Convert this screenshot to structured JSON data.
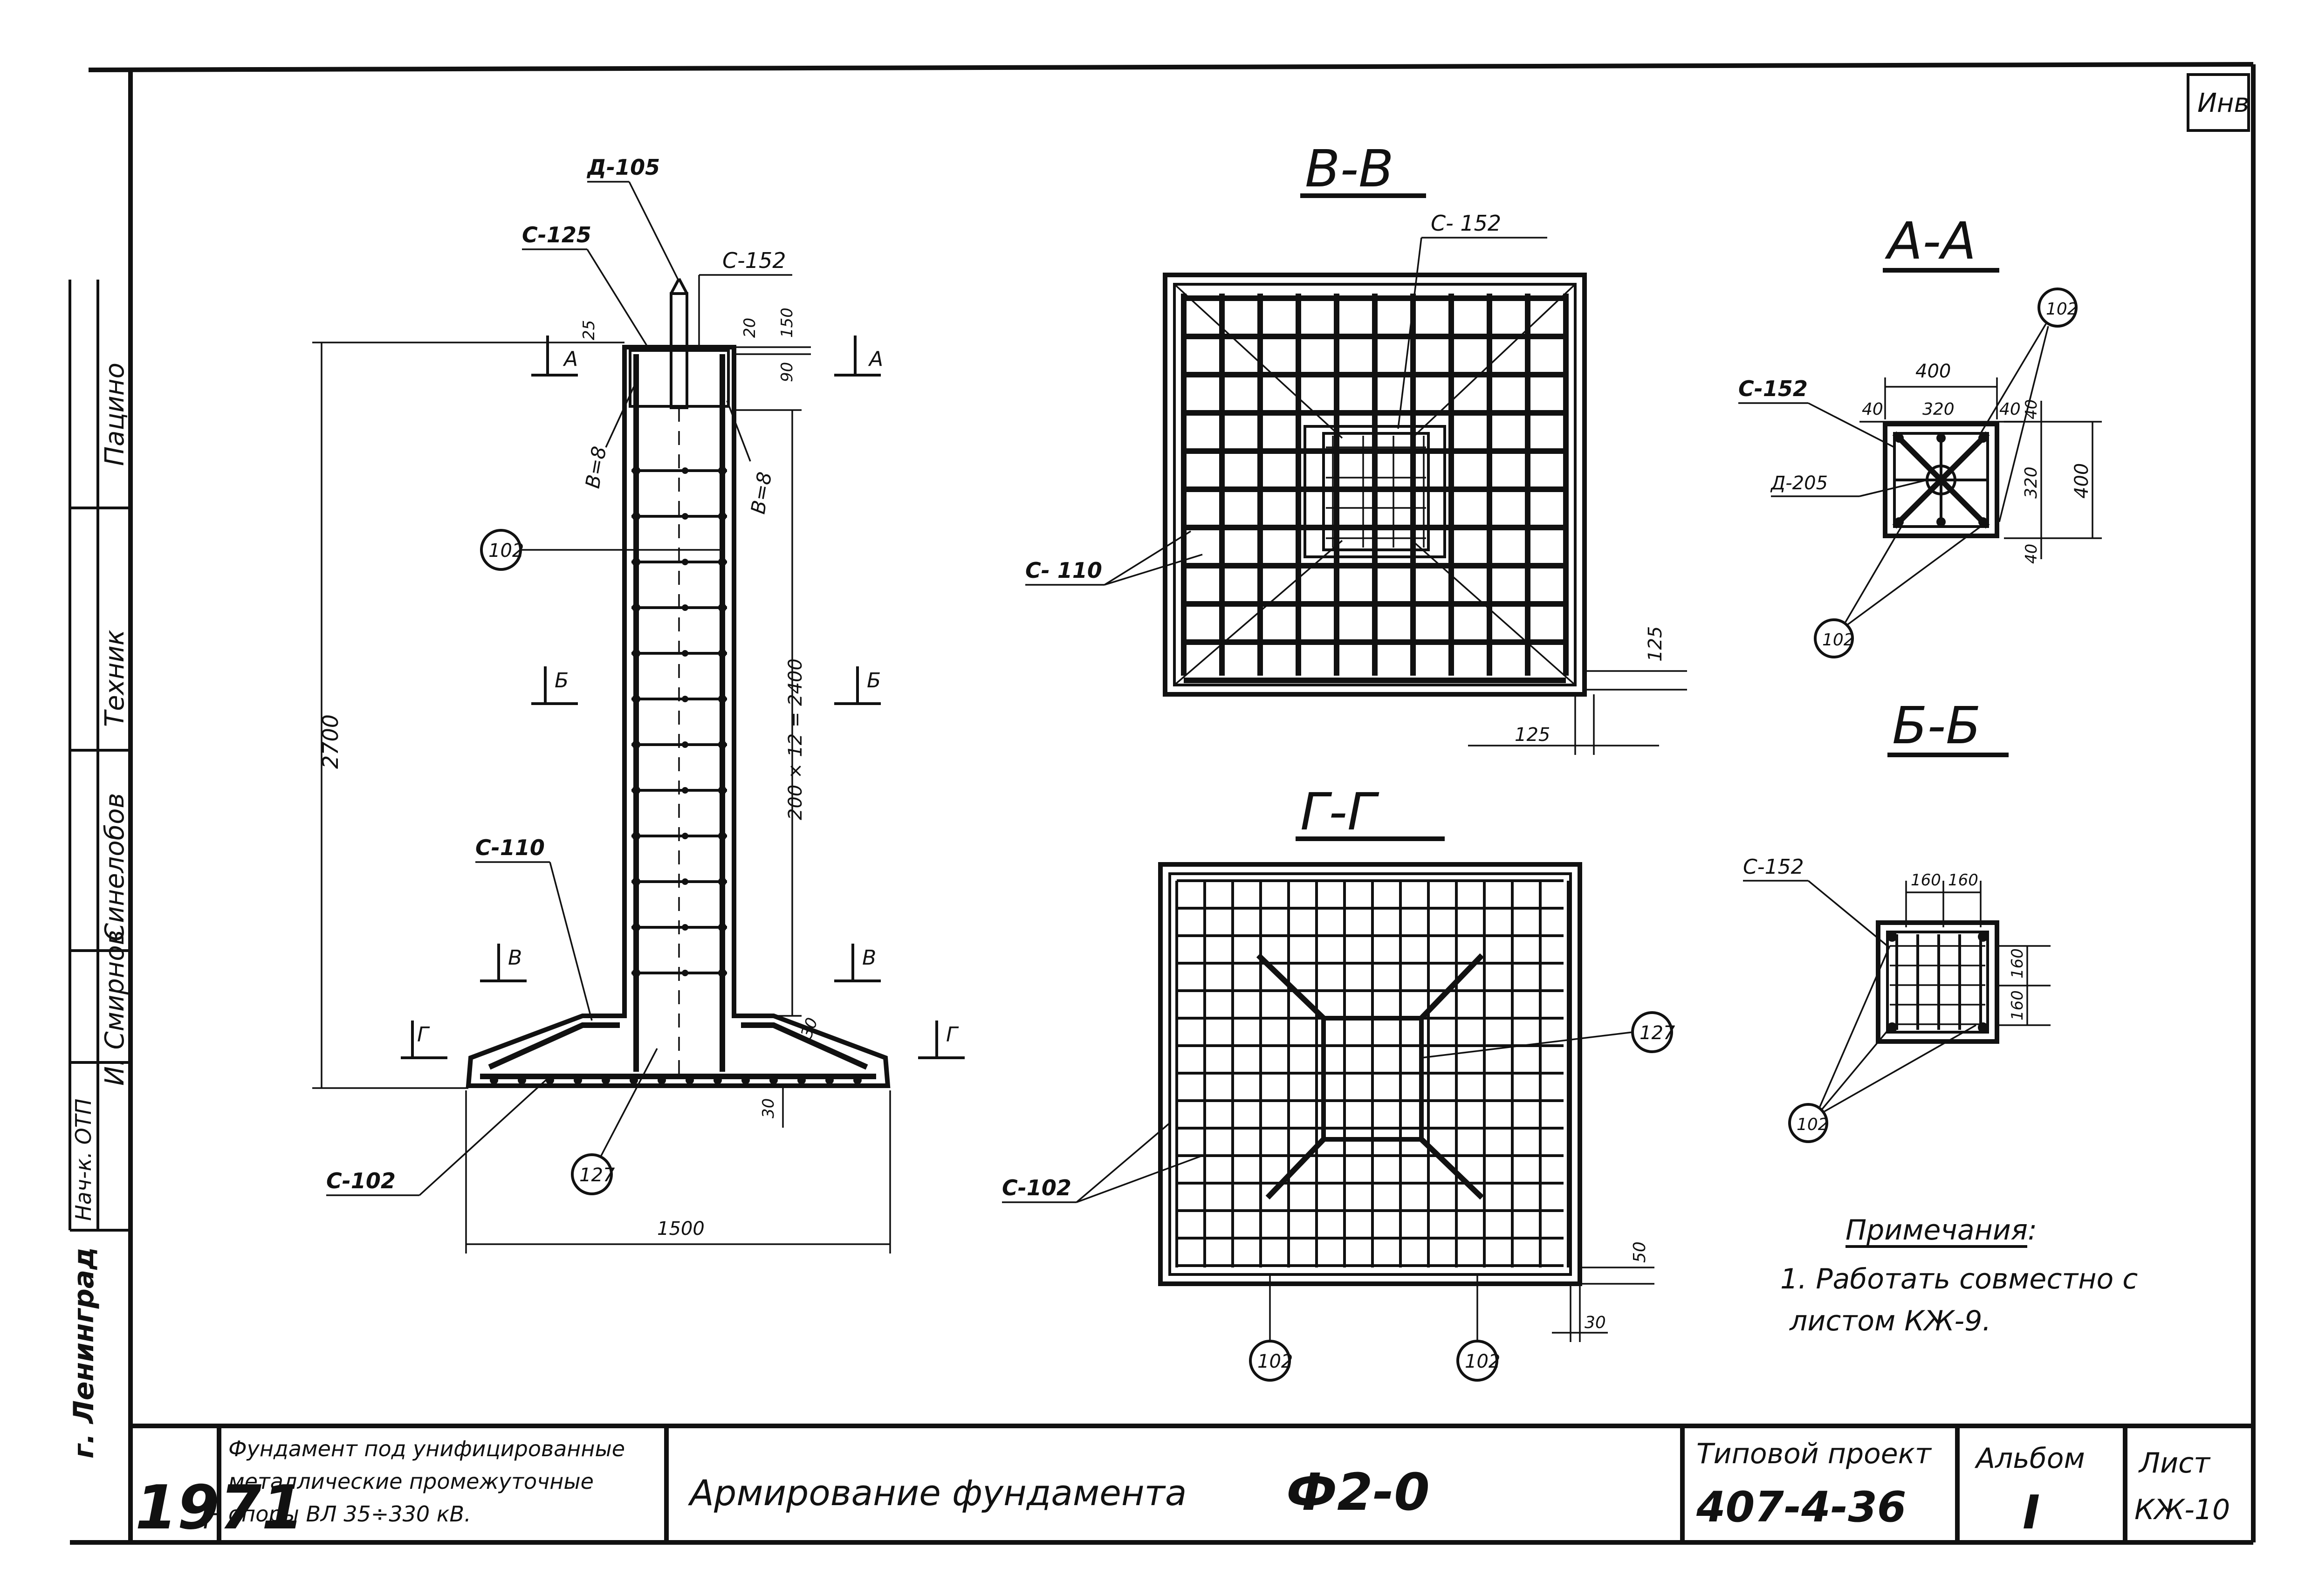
{
  "corner_stamp": "Инв",
  "side_stamp": {
    "rows": [
      {
        "role": "",
        "name": "Пацино"
      },
      {
        "role": "",
        "name": "Техник"
      },
      {
        "role": "",
        "name": "Синелобов"
      },
      {
        "role": "Нач-к. ОТП",
        "name": "И. Смирнов"
      }
    ],
    "city": "г. Ленинград"
  },
  "elevation": {
    "labels": {
      "d105": "Д-105",
      "c125": "С-125",
      "c152": "С-152",
      "c110": "С-110",
      "c102": "С-102",
      "b8a": "В=8",
      "b8b": "В=8",
      "m102": "102",
      "m127": "127"
    },
    "dims": {
      "d25": "25",
      "d20": "20",
      "d150": "150",
      "d90": "90",
      "d2700": "2700",
      "d2400": "200 × 12 = 2400",
      "d30a": "30",
      "d30b": "30",
      "d1500": "1500"
    },
    "cuts": {
      "a1": "А",
      "a2": "А",
      "b1": "Б",
      "b2": "Б",
      "v1": "В",
      "v2": "В",
      "g1": "Г",
      "g2": "Г"
    }
  },
  "section_vv": {
    "title": "В-В",
    "labels": {
      "c152": "С- 152",
      "c110": "С- 110"
    },
    "dims": {
      "d125a": "125",
      "d125b": "125"
    }
  },
  "section_gg": {
    "title": "Г-Г",
    "labels": {
      "c102": "С-102",
      "m127": "127",
      "m102a": "102",
      "m102b": "102"
    },
    "dims": {
      "d50": "50",
      "d30": "30"
    }
  },
  "section_aa": {
    "title": "А-А",
    "labels": {
      "c152": "С-152",
      "d205": "Д-205",
      "m102a": "102",
      "m102b": "102"
    },
    "dims": {
      "d400": "400",
      "d40a": "40",
      "d320": "320",
      "d40b": "40",
      "v40a": "40",
      "v320": "320",
      "v400": "400",
      "v40b": "40"
    }
  },
  "section_bb": {
    "title": "Б-Б",
    "labels": {
      "c152": "С-152",
      "m102": "102"
    },
    "dims": {
      "d160a": "160",
      "d160b": "160",
      "v160a": "160",
      "v160b": "160"
    }
  },
  "notes": {
    "heading": "Примечания:",
    "line1": "1. Работать совместно с",
    "line2": "листом КЖ-9."
  },
  "title_block": {
    "year": "1971",
    "year_suffix": "г",
    "description_1": "Фундамент под унифицированные",
    "description_2": "металлические промежуточные",
    "description_3": "опоры  ВЛ 35÷330 кВ.",
    "sheet_title": "Армирование фундамента",
    "mark": "Ф2-0",
    "project_label": "Типовой проект",
    "project_number": "407-4-36",
    "album_label": "Альбом",
    "album_number": "I",
    "sheet_label": "Лист",
    "sheet_number": "КЖ-10"
  }
}
